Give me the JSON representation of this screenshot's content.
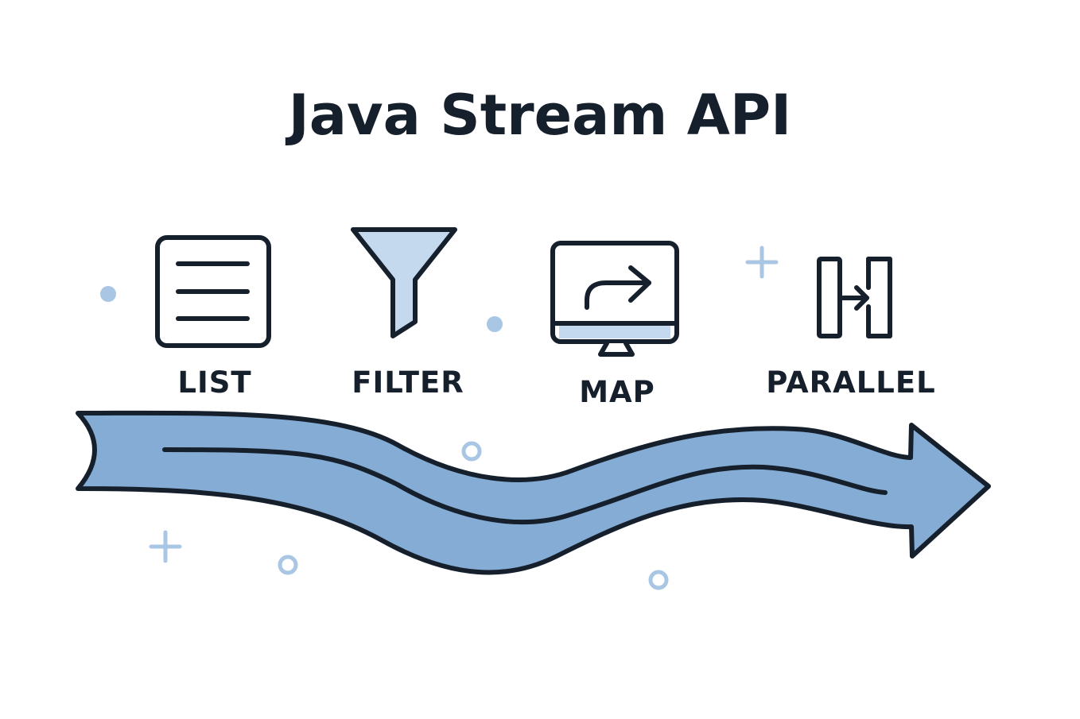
{
  "title": "Java Stream API",
  "steps": [
    {
      "label": "LIST",
      "icon": "list-icon"
    },
    {
      "label": "FILTER",
      "icon": "funnel-icon"
    },
    {
      "label": "MAP",
      "icon": "monitor-arrow-icon"
    },
    {
      "label": "PARALLEL",
      "icon": "parallel-icon"
    }
  ],
  "colors": {
    "ink": "#16202c",
    "stream_fill": "#84acd4",
    "accent_light": "#c5d9ee",
    "decor": "#a9c6e4"
  }
}
